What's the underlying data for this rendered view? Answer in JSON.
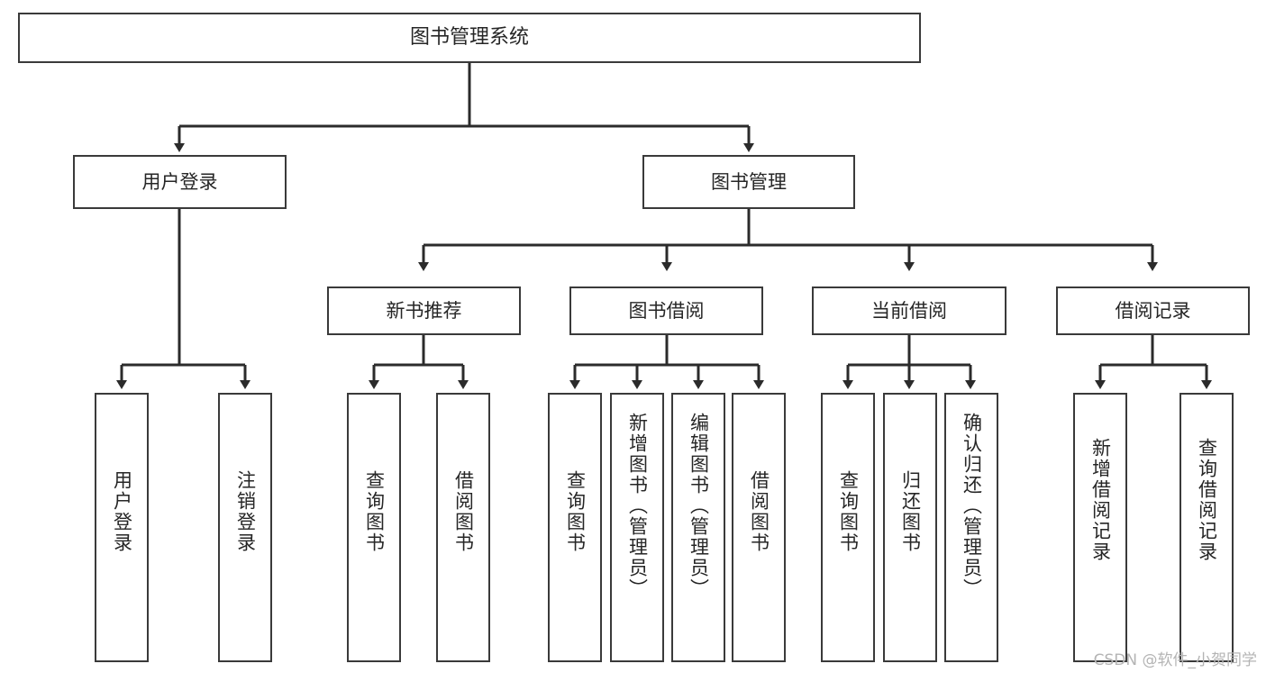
{
  "diagram": {
    "type": "tree-hierarchy-chart",
    "title": "图书管理系统",
    "watermark": "CSDN @软件_小贺同学",
    "theme": {
      "background": "#ffffff",
      "box_border": "#3a3a3a",
      "text": "#262626",
      "edge": "#2b2b2b",
      "watermark": "#b4b4b4"
    },
    "levels": [
      {
        "level": 1,
        "nodes": [
          {
            "id": "root",
            "label": "图书管理系统"
          }
        ]
      },
      {
        "level": 2,
        "nodes": [
          {
            "id": "login",
            "label": "用户登录",
            "parent": "root"
          },
          {
            "id": "bookmgmt",
            "label": "图书管理",
            "parent": "root"
          }
        ]
      },
      {
        "level": 3,
        "nodes": [
          {
            "id": "newbook",
            "label": "新书推荐",
            "parent": "bookmgmt"
          },
          {
            "id": "borrow",
            "label": "图书借阅",
            "parent": "bookmgmt"
          },
          {
            "id": "current",
            "label": "当前借阅",
            "parent": "bookmgmt"
          },
          {
            "id": "records",
            "label": "借阅记录",
            "parent": "bookmgmt"
          }
        ]
      },
      {
        "level": 4,
        "nodes": [
          {
            "id": "leaf1",
            "label": "用户登录",
            "parent": "login"
          },
          {
            "id": "leaf2",
            "label": "注销登录",
            "parent": "login"
          },
          {
            "id": "leaf3",
            "label": "查询图书",
            "parent": "newbook"
          },
          {
            "id": "leaf4",
            "label": "借阅图书",
            "parent": "newbook"
          },
          {
            "id": "leaf5",
            "label": "查询图书",
            "parent": "borrow"
          },
          {
            "id": "leaf6",
            "label": "新增图书（管理员）",
            "parent": "borrow"
          },
          {
            "id": "leaf7",
            "label": "编辑图书（管理员）",
            "parent": "borrow"
          },
          {
            "id": "leaf8",
            "label": "借阅图书",
            "parent": "borrow"
          },
          {
            "id": "leaf9",
            "label": "查询图书",
            "parent": "current"
          },
          {
            "id": "leaf10",
            "label": "归还图书",
            "parent": "current"
          },
          {
            "id": "leaf11",
            "label": "确认归还（管理员）",
            "parent": "current"
          },
          {
            "id": "leaf12",
            "label": "新增借阅记录",
            "parent": "records"
          },
          {
            "id": "leaf13",
            "label": "查询借阅记录",
            "parent": "records"
          }
        ]
      }
    ]
  }
}
